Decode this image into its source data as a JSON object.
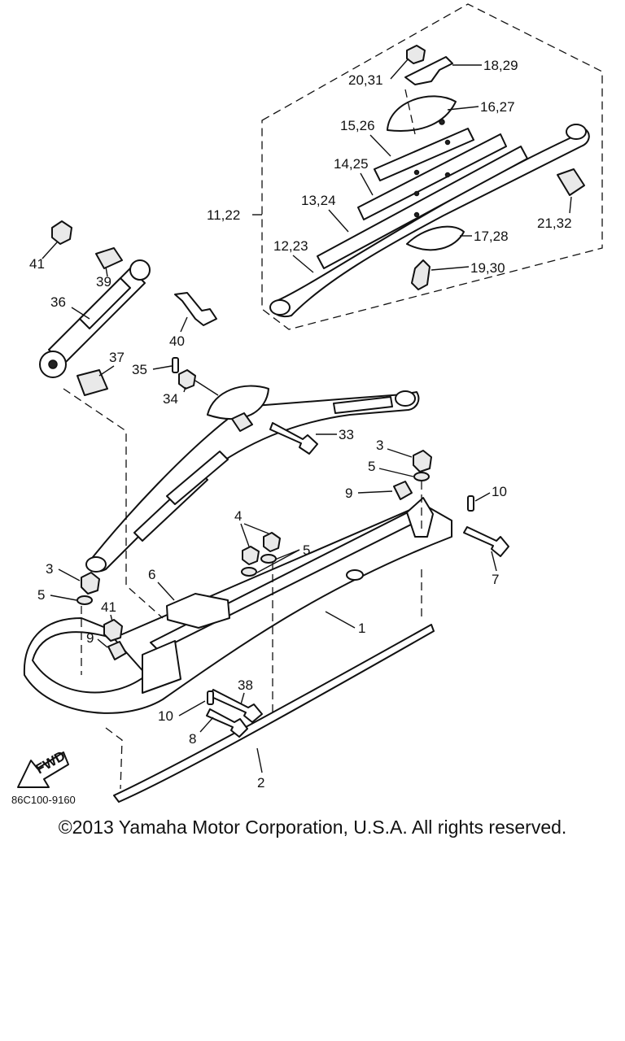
{
  "callouts": {
    "c1": "1",
    "c2": "2",
    "c3a": "3",
    "c3b": "3",
    "c4": "4",
    "c5a": "5",
    "c5b": "5",
    "c5c": "5",
    "c6": "6",
    "c7": "7",
    "c8": "8",
    "c9a": "9",
    "c9b": "9",
    "c10a": "10",
    "c10b": "10",
    "c11_22": "11,22",
    "c12_23": "12,23",
    "c13_24": "13,24",
    "c14_25": "14,25",
    "c15_26": "15,26",
    "c16_27": "16,27",
    "c17_28": "17,28",
    "c18_29": "18,29",
    "c19_30": "19,30",
    "c20_31": "20,31",
    "c21_32": "21,32",
    "c33": "33",
    "c34": "34",
    "c35": "35",
    "c36": "36",
    "c37": "37",
    "c38": "38",
    "c39": "39",
    "c40": "40",
    "c41a": "41",
    "c41b": "41"
  },
  "fwd_label": "FWD",
  "drawing_code": "86C100-9160",
  "copyright": "©2013 Yamaha Motor Corporation, U.S.A. All rights reserved."
}
